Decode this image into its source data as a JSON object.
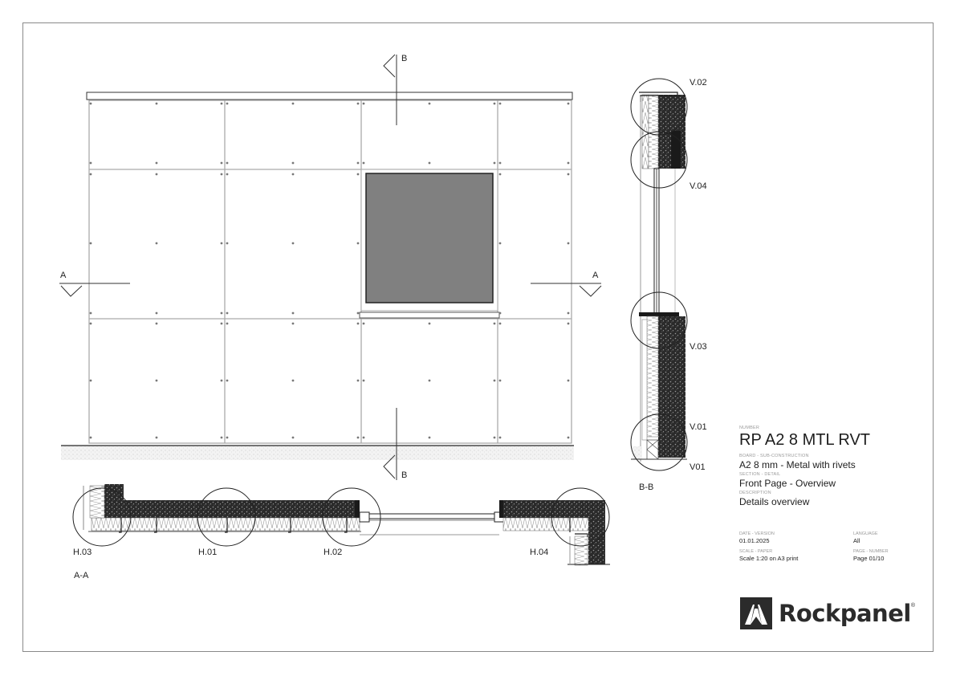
{
  "drawing": {
    "elevation": {
      "section_marks": {
        "a_left": "A",
        "a_right": "A",
        "b_top": "B",
        "b_bottom": "B"
      },
      "panel_grid": {
        "columns": 4,
        "rows": 3
      },
      "window": {
        "fill": "#808080"
      }
    },
    "section_bb": {
      "title": "B-B",
      "details": [
        "V.02",
        "V.04",
        "V.03",
        "V.01",
        "V01"
      ]
    },
    "section_aa": {
      "title": "A-A",
      "details": [
        "H.03",
        "H.01",
        "H.02",
        "H.04"
      ]
    }
  },
  "title_block": {
    "number_caption": "NUMBER",
    "number": "RP A2 8 MTL RVT",
    "board_caption": "BOARD - SUB-CONSTRUCTION",
    "board": "A2 8 mm - Metal with rivets",
    "section_caption": "SECTION - DETAIL",
    "section": "Front Page - Overview",
    "description_caption": "DESCRIPTION",
    "description": "Details overview",
    "date_caption": "DATE - VERSION",
    "date": "01.01.2025",
    "language_caption": "LANGUAGE",
    "language": "All",
    "scale_caption": "SCALE - PAPER",
    "scale": "Scale 1:20 on A3 print",
    "page_caption": "PAGE - NUMBER",
    "page": "Page 01/10"
  },
  "logo": {
    "name": "Rockpanel",
    "mark": "®",
    "color": "#2b2b2b"
  }
}
